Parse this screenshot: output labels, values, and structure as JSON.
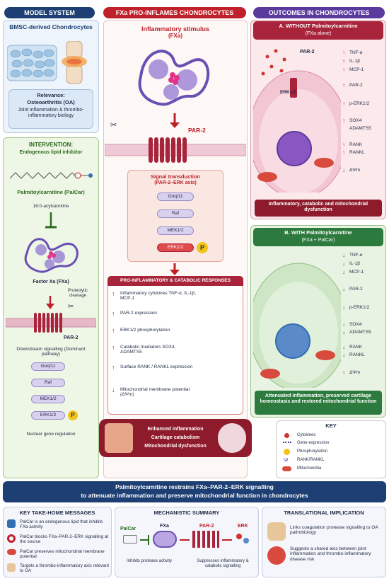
{
  "headers": {
    "model_system": "MODEL SYSTEM",
    "fxa_proinflames": "FXa PRO-INFLAMES CHONDROCYTES",
    "outcomes": "OUTCOMES IN CHONDROCYTES"
  },
  "model": {
    "title": "BMSC-derived Chondrocytes",
    "relevance_head": "Relevance:",
    "relevance_oa": "Osteoarthritis (OA)",
    "relevance_body": "Joint inflammation & thrombo-inflammatory biology"
  },
  "intervention": {
    "head": "INTERVENTION:",
    "lipid": "Endogenous lipid inhibitor",
    "palcar": "Palmitoylcarnitine (PalCar)",
    "palcar_sub": "16:0-acylcarnitine",
    "factor": "Factor Xa (FXa)",
    "cleavage": "Proteolytic cleavage",
    "par2": "PAR-2",
    "downstream": "Downstream signalling (Dominant pathway)",
    "steps": [
      "Gαq/11",
      "Raf",
      "MEK1/2",
      "ERK1/2"
    ],
    "p": "P",
    "nuclear": "Nuclear gene regulation"
  },
  "center": {
    "stimulus_head": "Inflammatory stimulus",
    "stimulus_sub": "(FXa)",
    "par2": "PAR-2",
    "signal_head": "Signal transduction",
    "signal_sub": "(PAR-2–ERK axis)",
    "steps": [
      "Gαq/11",
      "Raf",
      "MEK1/2",
      "ERK1/2"
    ],
    "p": "P",
    "responses_head": "PRO-INFLAMMATORY & CATABOLIC RESPONSES",
    "responses": [
      {
        "arrow": "↑",
        "text": "Inflammatory cytokines TNF-α, IL-1β, MCP-1"
      },
      {
        "arrow": "↑",
        "text": "PAR-2 expression"
      },
      {
        "arrow": "↑",
        "text": "ERK1/2 phosphorylation"
      },
      {
        "arrow": "↑",
        "text": "Catabolic mediators SOX4, ADAMTS5"
      },
      {
        "arrow": "↑",
        "text": "Surface RANK / RANKL expression"
      },
      {
        "arrow": "↓",
        "text": "Mitochondrial membrane potential (ΔΨm)"
      }
    ],
    "banner": [
      "Enhanced inflammation",
      "Cartilage catabolism",
      "Mitochondrial dysfunction"
    ]
  },
  "panel_a": {
    "head_a": "A. WITHOUT",
    "head_b": "Palmitoylcarnitine",
    "head_sub": "(FXa alone)",
    "par2": "PAR-2",
    "erk": "ERK1/2",
    "markers": [
      {
        "arrow": "↑",
        "text": "TNF-α"
      },
      {
        "arrow": "↑",
        "text": "IL-1β"
      },
      {
        "arrow": "↑",
        "text": "MCP-1"
      },
      {
        "arrow": "↑",
        "text": "PAR-2"
      },
      {
        "arrow": "↑",
        "text": "p-ERK1/2"
      },
      {
        "arrow": "↑",
        "text": "SOX4"
      },
      {
        "arrow": "",
        "text": "ADAMTS5"
      },
      {
        "arrow": "↑",
        "text": "RANK"
      },
      {
        "arrow": "↑",
        "text": "RANKL"
      },
      {
        "arrow": "↓",
        "text": "ΔΨm"
      }
    ],
    "footer": "Inflammatory, catabolic and mitochondrial dysfunction"
  },
  "panel_b": {
    "head_a": "B. WITH Palmitoylcarnitine",
    "head_sub": "(FXa + PalCar)",
    "markers": [
      {
        "arrow": "↓",
        "text": "TNF-α"
      },
      {
        "arrow": "↓",
        "text": "IL-1β"
      },
      {
        "arrow": "↓",
        "text": "MCP-1"
      },
      {
        "arrow": "↓",
        "text": "PAR-2"
      },
      {
        "arrow": "↓",
        "text": "p-ERK1/2"
      },
      {
        "arrow": "↓",
        "text": "SOX4"
      },
      {
        "arrow": "↓",
        "text": "ADAMTS5"
      },
      {
        "arrow": "↓",
        "text": "RANK"
      },
      {
        "arrow": "↓",
        "text": "RANKL"
      },
      {
        "arrow": "↑",
        "text": "ΔΨm"
      }
    ],
    "footer": "Attenuated inflammation, preserved cartilage homeostasis and restored mitochondrial function"
  },
  "key": {
    "head": "KEY",
    "items": [
      "Cytokines",
      "Gene expression",
      "Phosphorylation",
      "RANK/RANKL",
      "Mitochondria"
    ]
  },
  "banner": {
    "line1": "Palmitoylcarnitine restrains FXa–PAR-2–ERK signalling",
    "line2": "to attenuate inflammation and preserve mitochondrial function in chondrocytes"
  },
  "takehome": {
    "head": "KEY TAKE-HOME MESSAGES",
    "items": [
      "PalCar is an endogenous lipid that inhibits FXa activity",
      "PalCar blocks FXa–PAR-2–ERK signalling at the source",
      "PalCar preserves mitochondrial membrane potential",
      "Targets a thrombo-inflammatory axis relevant to OA"
    ]
  },
  "mechanistic": {
    "head": "MECHANISTIC SUMMARY",
    "palcar": "PalCar",
    "fxa": "FXa",
    "par2": "PAR-2",
    "erk": "ERK",
    "inhibits": "Inhibits protease activity",
    "suppresses": "Suppresses inflammatory & catabolic signalling"
  },
  "translational": {
    "head": "TRANSLATIONAL IMPLICATION",
    "item1": "Links coagulation protease signalling to OA pathobiology",
    "item2": "Suggests a shared axis between joint inflammation and thrombo-inflammatory disease risk"
  }
}
